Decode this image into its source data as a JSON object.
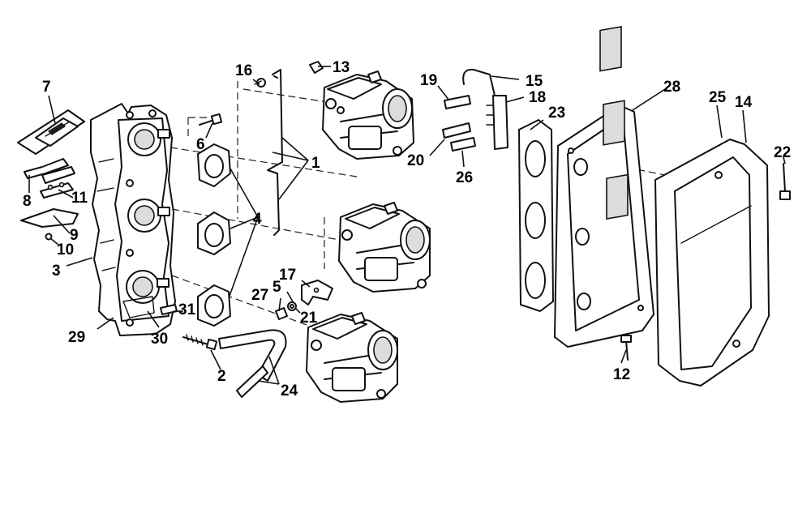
{
  "diagram": {
    "callouts": [
      "1",
      "2",
      "3",
      "4",
      "5",
      "6",
      "7",
      "8",
      "9",
      "10",
      "11",
      "12",
      "13",
      "14",
      "15",
      "16",
      "17",
      "18",
      "19",
      "20",
      "21",
      "22",
      "23",
      "24",
      "25",
      "26",
      "27",
      "28",
      "29",
      "30",
      "31"
    ],
    "parts": [
      "intake-manifold",
      "reed-plate",
      "carburetor-upper",
      "carburetor-middle",
      "carburetor-lower",
      "carb-gasket-upper",
      "carb-gasket-middle",
      "carb-gasket-lower",
      "choke-link-rod",
      "air-silencer-gasket",
      "air-silencer-base",
      "air-silencer-cover",
      "fuel-hose",
      "primer-hose",
      "fuel-fitting",
      "hose-19",
      "hose-20",
      "hose-26"
    ]
  }
}
